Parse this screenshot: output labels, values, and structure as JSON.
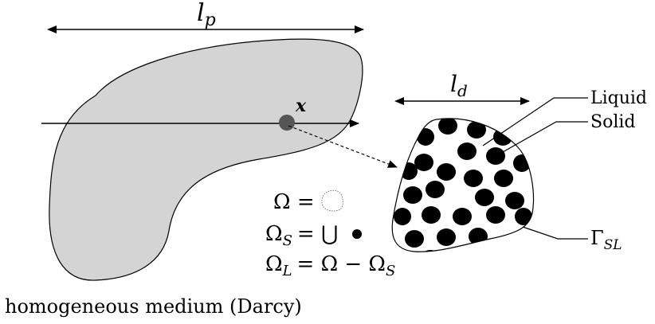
{
  "labels": {
    "lp_main": "l",
    "lp_sub": "p",
    "ld_main": "l",
    "ld_sub": "d",
    "x": "x",
    "liquid": "Liquid",
    "solid": "Solid",
    "gamma_main": "Γ",
    "gamma_sub": "SL",
    "omega_eq": "Ω =",
    "omega_s_main": "Ω",
    "omega_s_sub": "S",
    "omega_s_rest": "= ⋃",
    "omega_l_main": "Ω",
    "omega_l_sub": "L",
    "omega_l_rest": "= Ω − Ω",
    "omega_l_rest_sub": "S",
    "caption": "homogeneous medium (Darcy)"
  },
  "colors": {
    "domain_fill": "#d4d4d4",
    "point_fill": "#555555",
    "stroke": "#000000",
    "particle": "#000000"
  }
}
